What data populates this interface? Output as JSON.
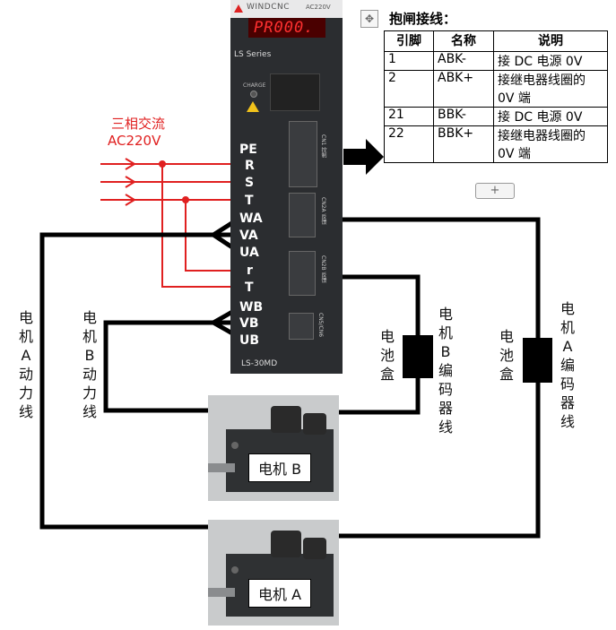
{
  "driver": {
    "brand": "WINDCNC",
    "voltage": "AC220V",
    "display": "PR000.",
    "series": "LS Series",
    "charge": "CHARGE",
    "model": "LS-30MD",
    "connectors": [
      {
        "id": "cn1",
        "label": "CN1 控制"
      },
      {
        "id": "cn2a",
        "label": "CN2A 反馈"
      },
      {
        "id": "cn2b",
        "label": "CN2B 反馈"
      },
      {
        "id": "cn5",
        "label": "CN5/CN6"
      }
    ],
    "terminals": [
      "PE",
      "R",
      "S",
      "T",
      "WA",
      "VA",
      "UA",
      "r",
      "T",
      "WB",
      "VB",
      "UB"
    ]
  },
  "power": {
    "line1": "三相交流",
    "line2": "AC220V"
  },
  "labels": {
    "motor_a_power": "电机A动力线",
    "motor_b_power": "电机B动力线",
    "battery_b": "电池盒",
    "encoder_b": "电机B编码器线",
    "battery_a": "电池盒",
    "encoder_a": "电机A编码器线",
    "motor_b": "电机 B",
    "motor_a": "电机 A"
  },
  "brake_table": {
    "title": "抱闸接线：",
    "headers": [
      "引脚",
      "名称",
      "说明"
    ],
    "rows": [
      {
        "pin": "1",
        "name": "ABK-",
        "desc": "接 DC 电源 0V"
      },
      {
        "pin": "2",
        "name": "ABK+",
        "desc": "接继电器线圈的 0V 端"
      },
      {
        "pin": "21",
        "name": "BBK-",
        "desc": "接 DC 电源 0V"
      },
      {
        "pin": "22",
        "name": "BBK+",
        "desc": "接继电器线圈的 0V 端"
      }
    ]
  },
  "colors": {
    "power_wire": "#e02020",
    "motor_wire": "#000000",
    "driver_body": "#2b2d30"
  },
  "icons": [
    "move-handle-icon",
    "add-row-icon",
    "arrow-right-icon",
    "warning-icon"
  ]
}
